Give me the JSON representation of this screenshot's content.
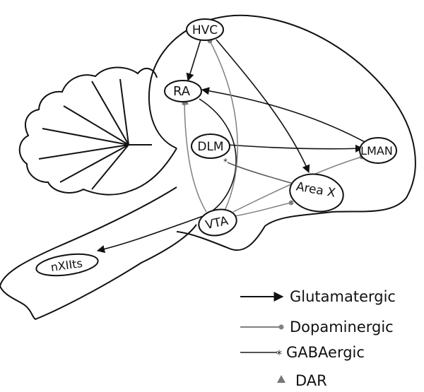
{
  "nuclei": {
    "hvc": "HVC",
    "ra": "RA",
    "dlm": "DLM",
    "lman": "LMAN",
    "areax": "Area X",
    "vta": "VTA",
    "nxiits": "nXIIts"
  },
  "legend": {
    "glutamatergic": "Glutamatergic",
    "dopaminergic": "Dopaminergic",
    "gabaergic": "GABAergic",
    "dar": "DAR"
  },
  "colors": {
    "outline": "#111111",
    "glutamatergic": "#111111",
    "dopaminergic": "#808080",
    "gabaergic": "#555555",
    "dar": "#777777"
  }
}
